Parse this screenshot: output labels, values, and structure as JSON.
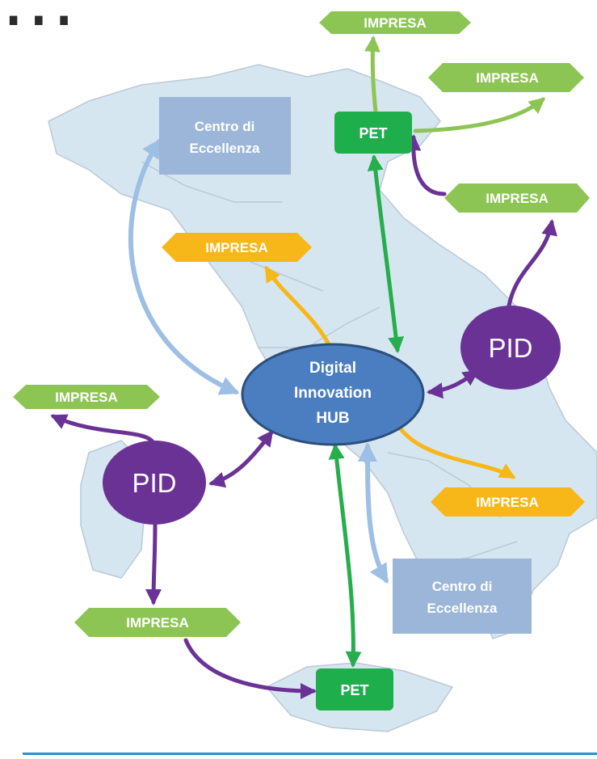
{
  "header_fragment": "...",
  "hub": {
    "line1": "Digital",
    "line2": "Innovation",
    "line3": "HUB"
  },
  "labels": {
    "impresa": "IMPRESA",
    "pet": "PET",
    "pid": "PID",
    "centro_line1": "Centro di",
    "centro_line2": "Eccellenza"
  },
  "colors": {
    "hub_fill": "#4a7ec0",
    "hub_stroke": "#2c4f7c",
    "pid_fill": "#6a3295",
    "pet_fill": "#1fae4c",
    "centro_fill": "#9bb6d8",
    "impresa_green": "#8dc554",
    "impresa_orange": "#f7b718",
    "arrow_purple": "#6a3295",
    "arrow_green": "#26ad4c",
    "arrow_lightgreen": "#8dc554",
    "arrow_orange": "#f7b718",
    "arrow_blue": "#9dbfe4",
    "map_fill": "#d6e6f1"
  }
}
